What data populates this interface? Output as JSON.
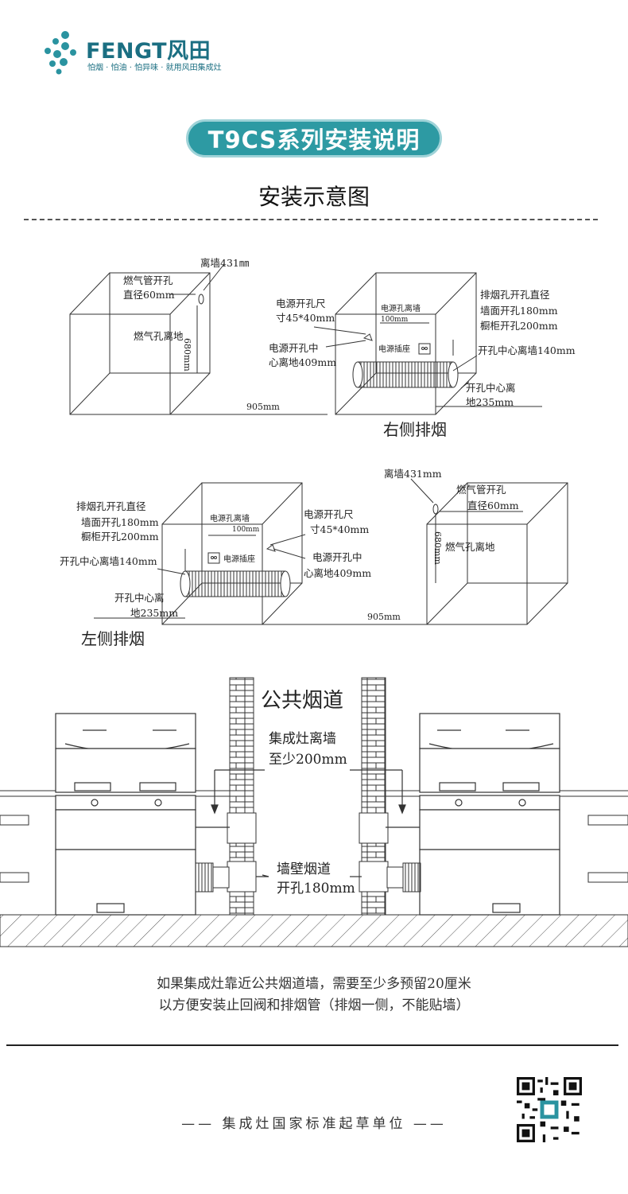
{
  "header": {
    "brand": "FENGT风田",
    "slogan": "怕烟 · 怕油 · 怕异味 · 就用风田集成灶"
  },
  "title": "T9CS系列安装说明",
  "subtitle": "安装示意图",
  "diagram_right": {
    "a1": "离墙431㎜",
    "a2": "燃气管开孔",
    "a3": "直径60mm",
    "a4": "燃气孔离地",
    "a5": "680mm",
    "a6": "905mm",
    "b1": "电源开孔尺",
    "b2": "寸45*40mm",
    "b3": "电源开孔中",
    "b4": "心离地409mm",
    "b5": "电源孔离墙",
    "b6": "100mm",
    "b7": "电源插座",
    "b8": "排烟孔开孔直径",
    "b9": "墙面开孔180mm",
    "b10": "橱柜开孔200mm",
    "b11": "开孔中心离墙140mm",
    "b12": "开孔中心离",
    "b13": "地235mm",
    "caption": "右侧排烟"
  },
  "diagram_left": {
    "c1": "排烟孔开孔直径",
    "c2": "墙面开孔180mm",
    "c3": "橱柜开孔200mm",
    "c4": "开孔中心离墙140mm",
    "c5": "开孔中心离",
    "c6": "地235mm",
    "c7": "电源孔离墙",
    "c8": "100mm",
    "c9": "电源插座",
    "c10": "电源开孔尺",
    "c11": "寸45*40mm",
    "c12": "电源开孔中",
    "c13": "心离地409mm",
    "c14": "离墙431mm",
    "c15": "燃气管开孔",
    "c16": "直径60mm",
    "c17": "680mm",
    "c18": "燃气孔离地",
    "c19": "905mm",
    "caption": "左侧排烟"
  },
  "install": {
    "flue": "公共烟道",
    "dist1": "集成灶离墙",
    "dist2": "至少200mm",
    "hole1": "墙壁烟道",
    "hole2": "开孔180mm"
  },
  "note": {
    "line1": "如果集成灶靠近公共烟道墙，需要至少多预留20厘米",
    "line2": "以方便安装止回阀和排烟管（排烟一侧，不能贴墙）"
  },
  "footer": "—— 集成灶国家标准起草单位 ——",
  "colors": {
    "brand": "#1b6f82",
    "accent": "#2d9aa3"
  }
}
